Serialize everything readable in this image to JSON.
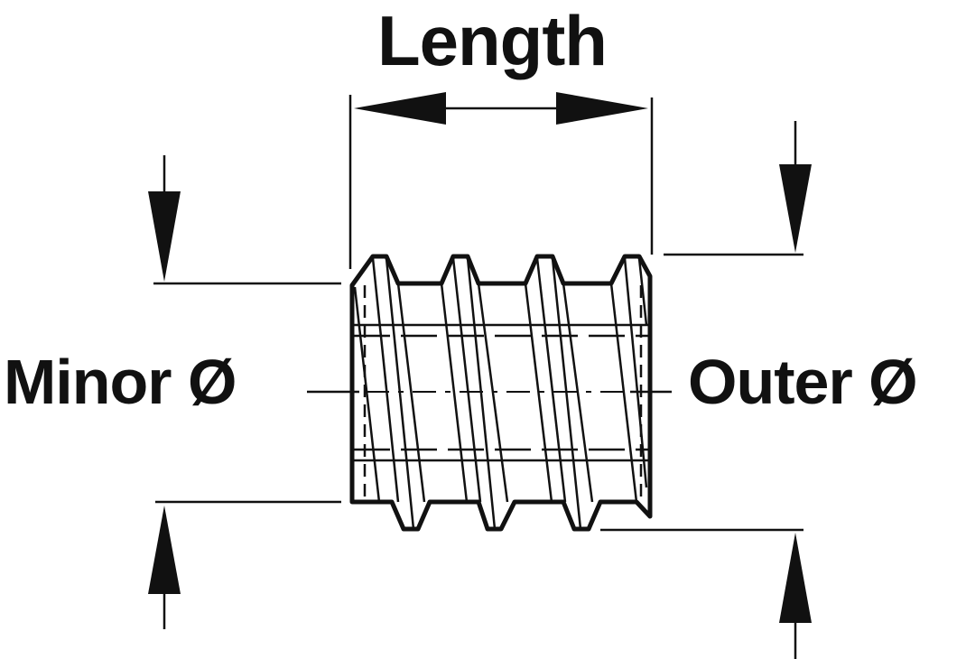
{
  "labels": {
    "length": "Length",
    "minor_diameter": "Minor Ø",
    "outer_diameter": "Outer Ø"
  },
  "colors": {
    "line": "#111111",
    "background": "#ffffff"
  }
}
